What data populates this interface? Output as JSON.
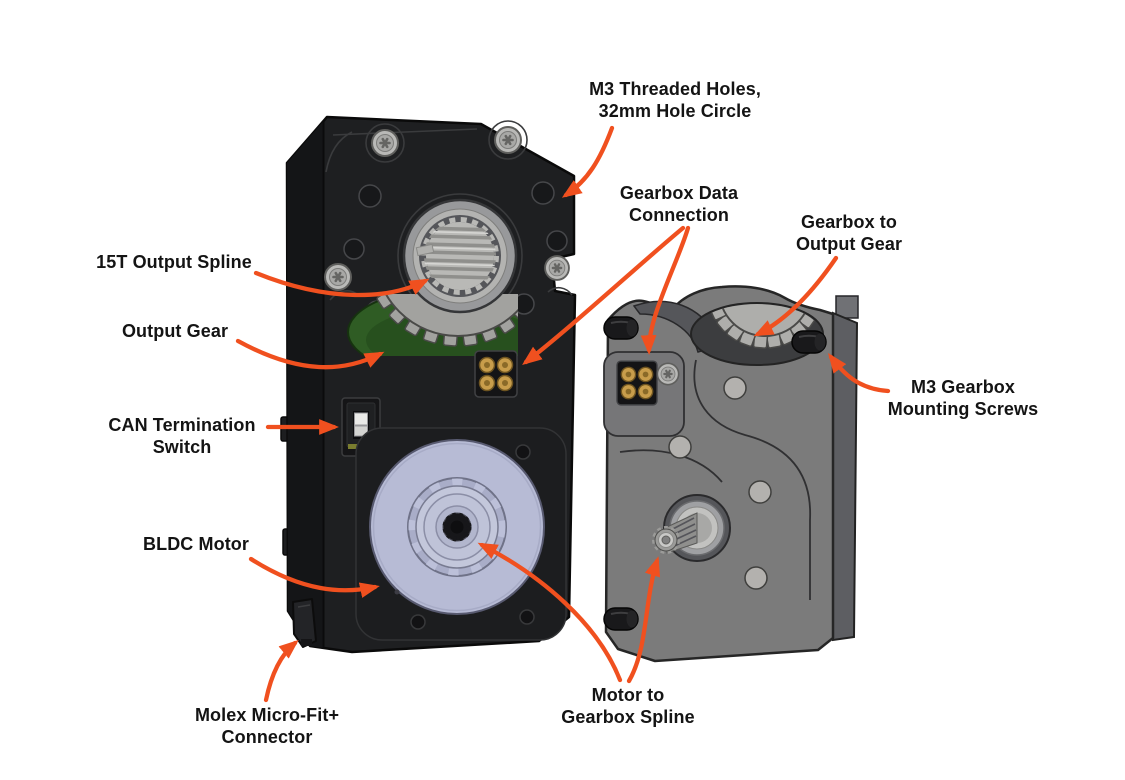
{
  "labels": {
    "m3_threaded_holes": "M3 Threaded Holes,\n32mm Hole Circle",
    "gearbox_data_connection": "Gearbox Data\nConnection",
    "gearbox_to_output_gear": "Gearbox to\nOutput Gear",
    "output_spline_15t": "15T Output Spline",
    "output_gear": "Output Gear",
    "can_termination_switch": "CAN Termination\nSwitch",
    "bldc_motor": "BLDC Motor",
    "molex_connector": "Molex Micro-Fit+\nConnector",
    "motor_to_gearbox_spline": "Motor to\nGearbox Spline",
    "m3_gearbox_mounting_screws": "M3 Gearbox\nMounting Screws"
  },
  "colors": {
    "background": "#ffffff",
    "annotation_arrow": "#F0501F",
    "label_text": "#141414",
    "actuator_body": "#1E1F21",
    "gearbox_body": "#7B7B7B",
    "motor_rotor": "#B7BBD5",
    "pcb_green": "#2F5C24",
    "gear_metal": "#A2A29F",
    "pogo_pin_gold": "#C89D4B"
  }
}
